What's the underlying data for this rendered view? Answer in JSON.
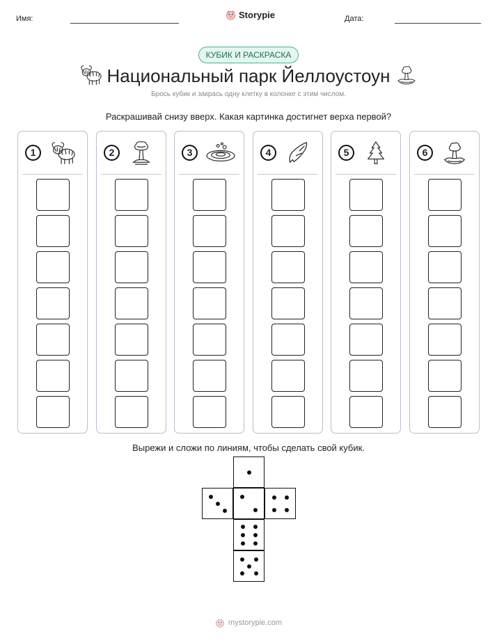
{
  "header": {
    "name_label": "Имя:",
    "date_label": "Дата:",
    "brand_name": "Storypie",
    "brand_icon": "pig-mascot-icon"
  },
  "badge": "КУБИК И РАСКРАСКА",
  "title": "Национальный парк Йеллоустоун",
  "title_icons": {
    "left": "highland-cow-icon",
    "right": "geyser-icon"
  },
  "subtitle": "Брось кубик и закрась одну клетку в колонке с этим числом.",
  "instruction": "Раскрашивай снизу вверх. Какая картинка достигнет верха первой?",
  "columns": [
    {
      "number": "1",
      "icon": "highland-cow-icon"
    },
    {
      "number": "2",
      "icon": "erupting-geyser-icon"
    },
    {
      "number": "3",
      "icon": "hot-spring-icon"
    },
    {
      "number": "4",
      "icon": "arrowhead-icon"
    },
    {
      "number": "5",
      "icon": "pine-tree-icon"
    },
    {
      "number": "6",
      "icon": "geyser-icon"
    }
  ],
  "cells_per_column": 7,
  "cut_instruction": "Вырежи и сложи по линиям, чтобы сделать свой кубик.",
  "die_faces": [
    1,
    2,
    3,
    4,
    5,
    6
  ],
  "footer": {
    "site": "mystorypie.com",
    "icon": "pig-mascot-icon"
  }
}
